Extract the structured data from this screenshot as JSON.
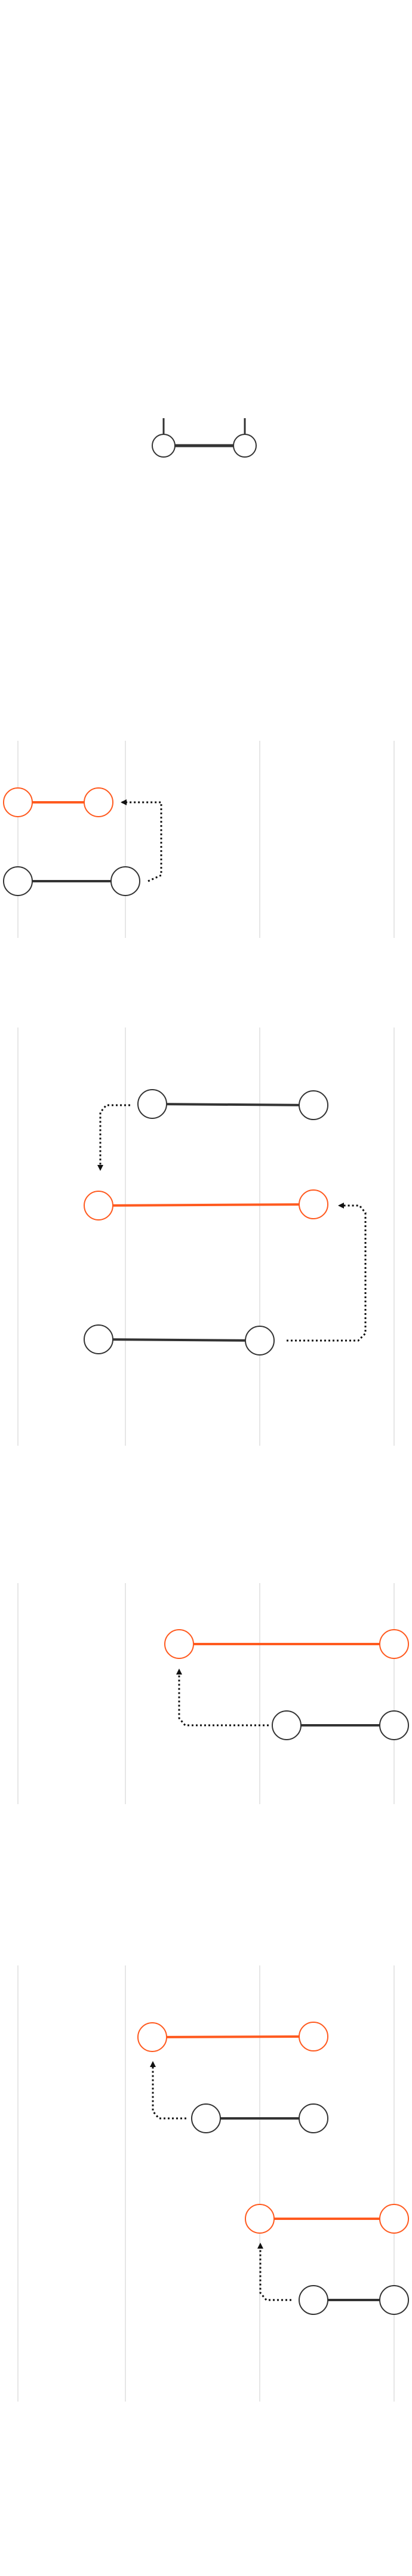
{
  "colors": {
    "active": "#ff5a1f",
    "inactive": "#333333",
    "grid": "#e6e6e6",
    "arrow": "#111111",
    "background": "#ffffff"
  },
  "legend": {
    "description": "",
    "node": "circle-node",
    "link": "edge-line"
  },
  "panels": [
    {
      "id": "panel-1",
      "intervals": [
        {
          "state": "active",
          "from": 0,
          "to": 1
        },
        {
          "state": "inactive",
          "from": 0,
          "to": 1
        }
      ]
    },
    {
      "id": "panel-2",
      "intervals": [
        {
          "state": "inactive",
          "from": 1,
          "to": 2
        },
        {
          "state": "active",
          "from": 0,
          "to": 2
        },
        {
          "state": "inactive",
          "from": 0,
          "to": 1.9
        }
      ]
    },
    {
      "id": "panel-3",
      "intervals": [
        {
          "state": "active",
          "from": 1.4,
          "to": 3
        },
        {
          "state": "inactive",
          "from": 2.2,
          "to": 3
        }
      ]
    },
    {
      "id": "panel-4",
      "intervals": [
        {
          "state": "active",
          "from": 1.2,
          "to": 2.5
        },
        {
          "state": "inactive",
          "from": 1.6,
          "to": 2.5
        },
        {
          "state": "active",
          "from": 2,
          "to": 3
        },
        {
          "state": "inactive",
          "from": 2.4,
          "to": 3
        }
      ]
    }
  ]
}
